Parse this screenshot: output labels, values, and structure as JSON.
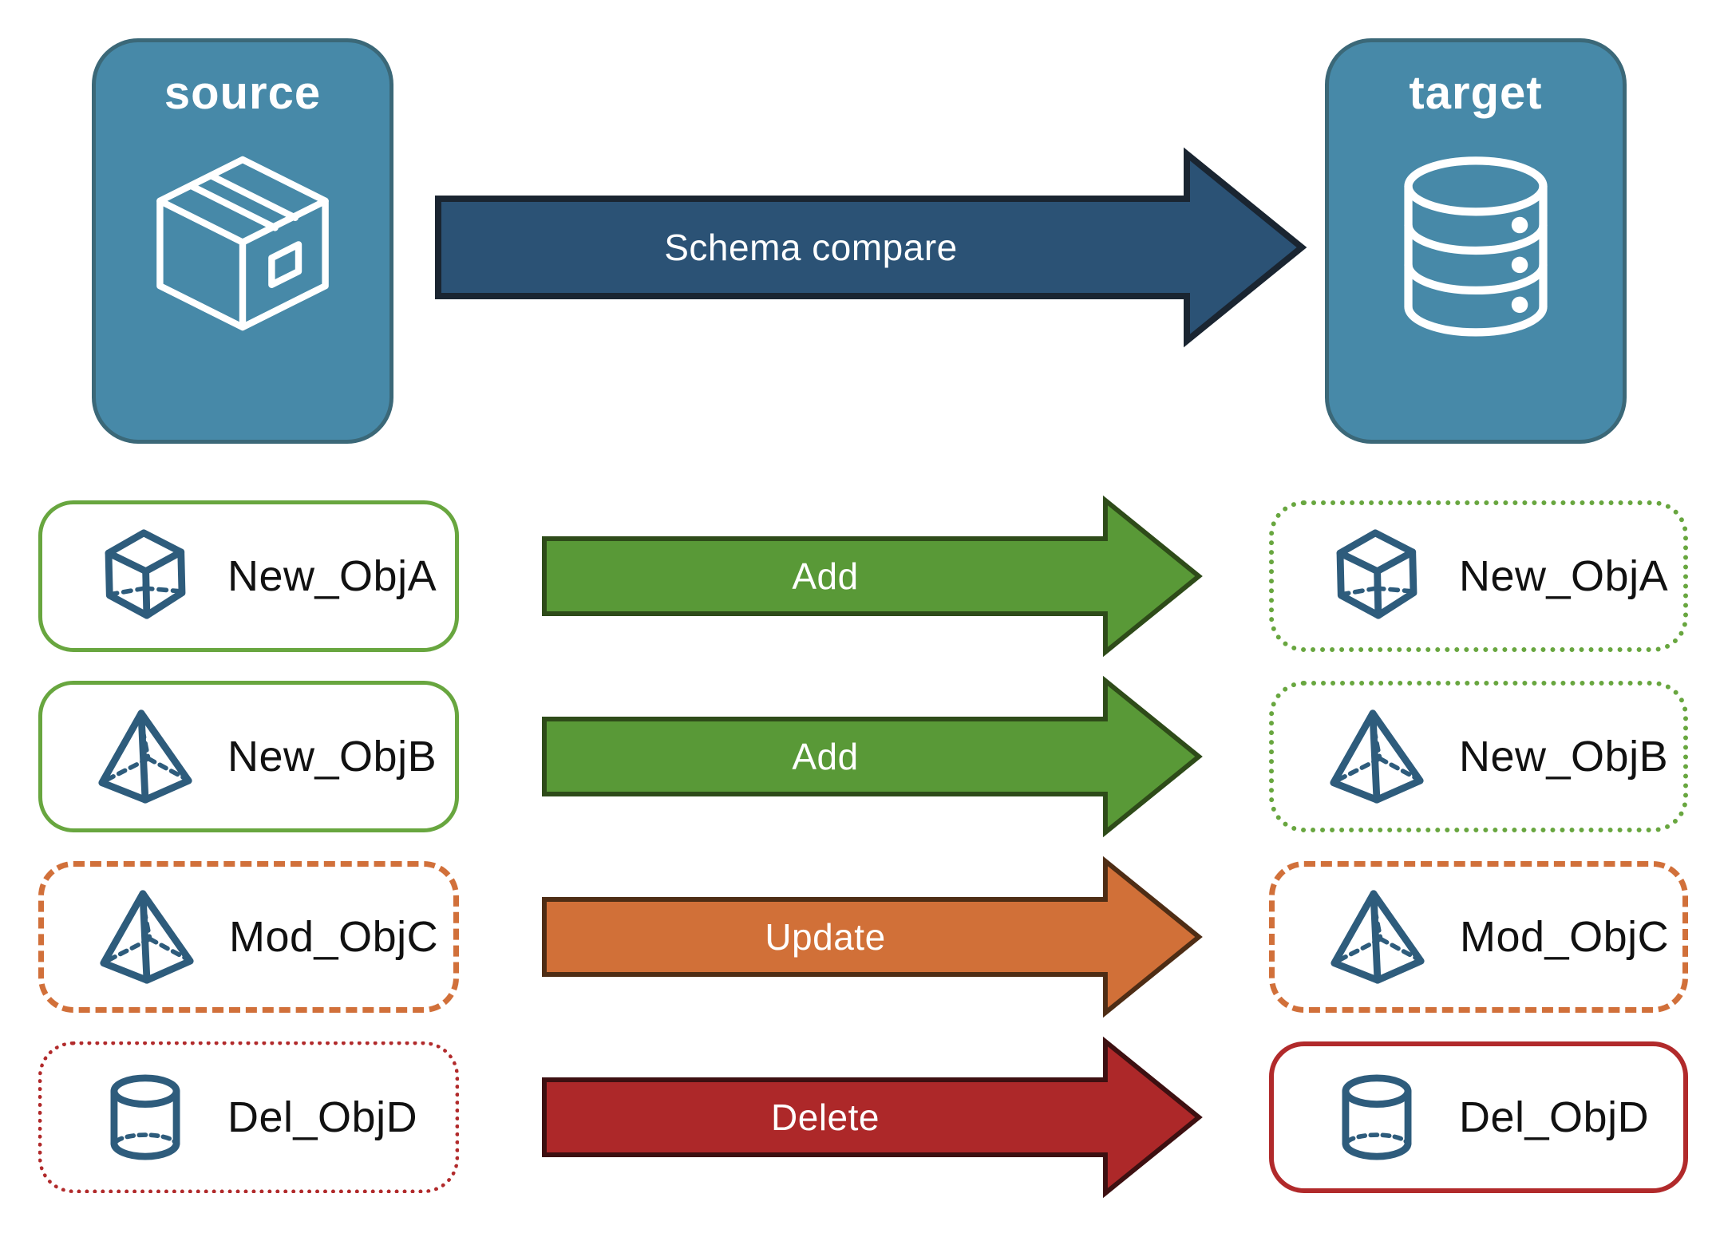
{
  "nodes": {
    "source": {
      "label": "source",
      "icon": "package-icon"
    },
    "target": {
      "label": "target",
      "icon": "database-icon"
    }
  },
  "main_arrow": {
    "label": "Schema compare"
  },
  "rows": [
    {
      "object": "New_ObjA",
      "icon": "cube-icon",
      "action": "Add",
      "source_border": "solid-green",
      "target_border": "dotted-green"
    },
    {
      "object": "New_ObjB",
      "icon": "pyramid-icon",
      "action": "Add",
      "source_border": "solid-green",
      "target_border": "dotted-green"
    },
    {
      "object": "Mod_ObjC",
      "icon": "pyramid-icon",
      "action": "Update",
      "source_border": "dashed-orange",
      "target_border": "dashed-orange"
    },
    {
      "object": "Del_ObjD",
      "icon": "cylinder-icon",
      "action": "Delete",
      "source_border": "dotted-red",
      "target_border": "solid-red"
    }
  ],
  "colors": {
    "node_fill": "#4789A8",
    "node_border": "#3B6878",
    "icon_blue": "#2E5C7C",
    "schema_arrow_fill": "#2B5275",
    "schema_arrow_stroke": "#1A2531",
    "add_fill": "#599937",
    "add_stroke": "#2E4B19",
    "update_fill": "#D17038",
    "update_stroke": "#4E2D15",
    "delete_fill": "#AD2829",
    "delete_stroke": "#3D1011",
    "green_border": "#68A63F",
    "orange_border": "#D1703A",
    "red_border": "#B12A2B",
    "text_dark": "#111111",
    "white": "#FFFFFF"
  }
}
